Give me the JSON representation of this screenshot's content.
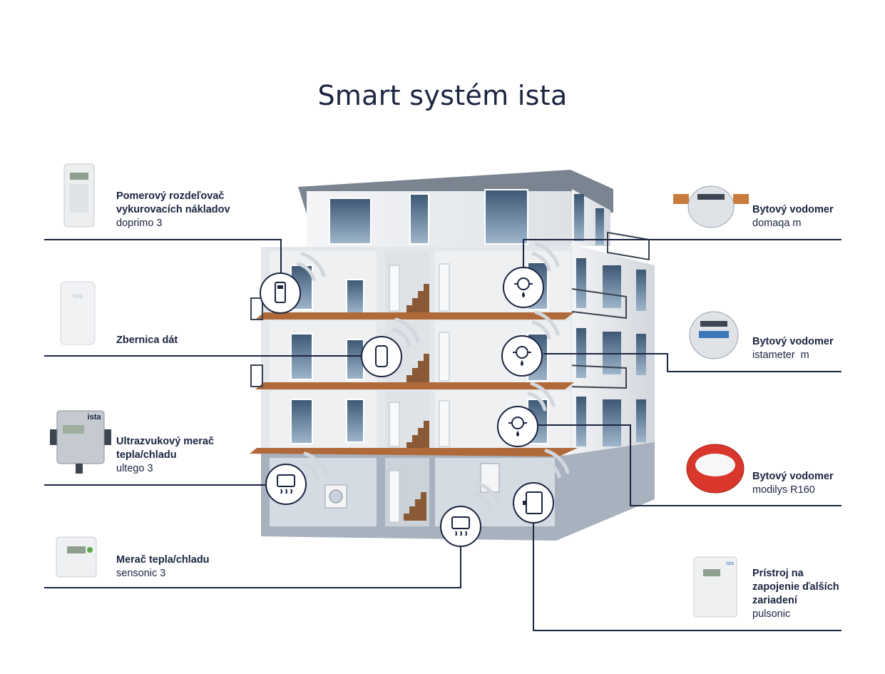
{
  "title": "Smart systém ista",
  "left_devices": [
    {
      "name": "Pomerový rozdeľovač vykurovacích nákladov",
      "model": "doprimo 3"
    },
    {
      "name": "Zbernica dát",
      "model": ""
    },
    {
      "name": "Ultrazvukový merač tepla/chladu",
      "model": "ultego 3"
    },
    {
      "name": "Merač tepla/chladu",
      "model": "sensonic 3"
    }
  ],
  "right_devices": [
    {
      "name": "Bytový vodomer",
      "model": "domaqa m"
    },
    {
      "name": "Bytový vodomer",
      "model": "istameter  m"
    },
    {
      "name": "Bytový vodomer",
      "model": "modilys R160"
    },
    {
      "name": "Prístroj na zapojenie ďalších zariadení",
      "model": "pulsonic"
    }
  ],
  "device_brand": "ista",
  "colors": {
    "navy": "#1b2440",
    "floor": "#b06a3a",
    "wall": "#e9ecef",
    "meter_red": "#d9372b"
  },
  "icons": [
    "heat-allocator-icon",
    "data-collector-icon",
    "water-meter-icon",
    "heat-meter-icon",
    "pulse-adapter-icon",
    "wireless-signal-icon"
  ]
}
